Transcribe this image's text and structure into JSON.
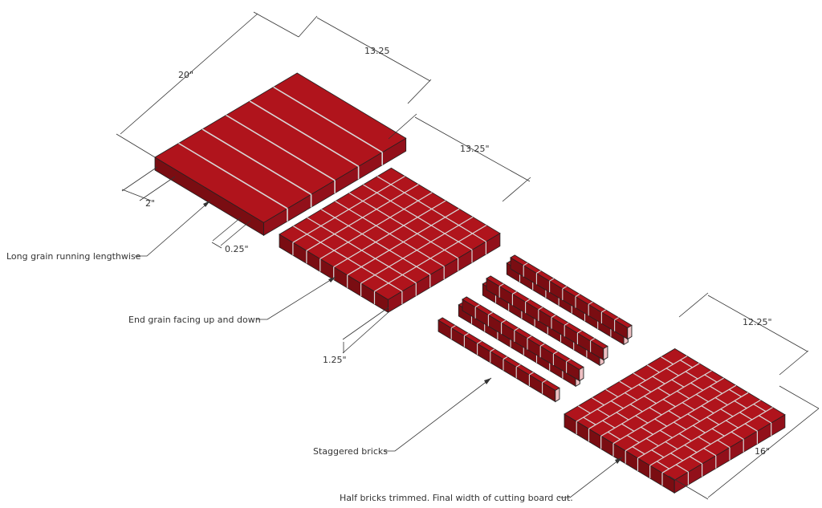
{
  "colors": {
    "top": "#b0141c",
    "side_dark": "#7a0d12",
    "side_mid": "#92101a",
    "joint": "#d8d8d8",
    "end_face": "#efc0c3"
  },
  "dimensions": {
    "board1_length": "20\"",
    "board1_width": "13.25",
    "strip_width": "2\"",
    "board2_width": "13.25\"",
    "gap": "0.25\"",
    "thickness": "1.25\"",
    "final_width": "12.25\"",
    "final_length": "16\""
  },
  "labels": {
    "long_grain": "Long grain running lengthwise",
    "end_grain": "End grain facing up and down",
    "staggered": "Staggered bricks",
    "trimmed": "Half bricks trimmed. Final width of cutting board cut."
  }
}
